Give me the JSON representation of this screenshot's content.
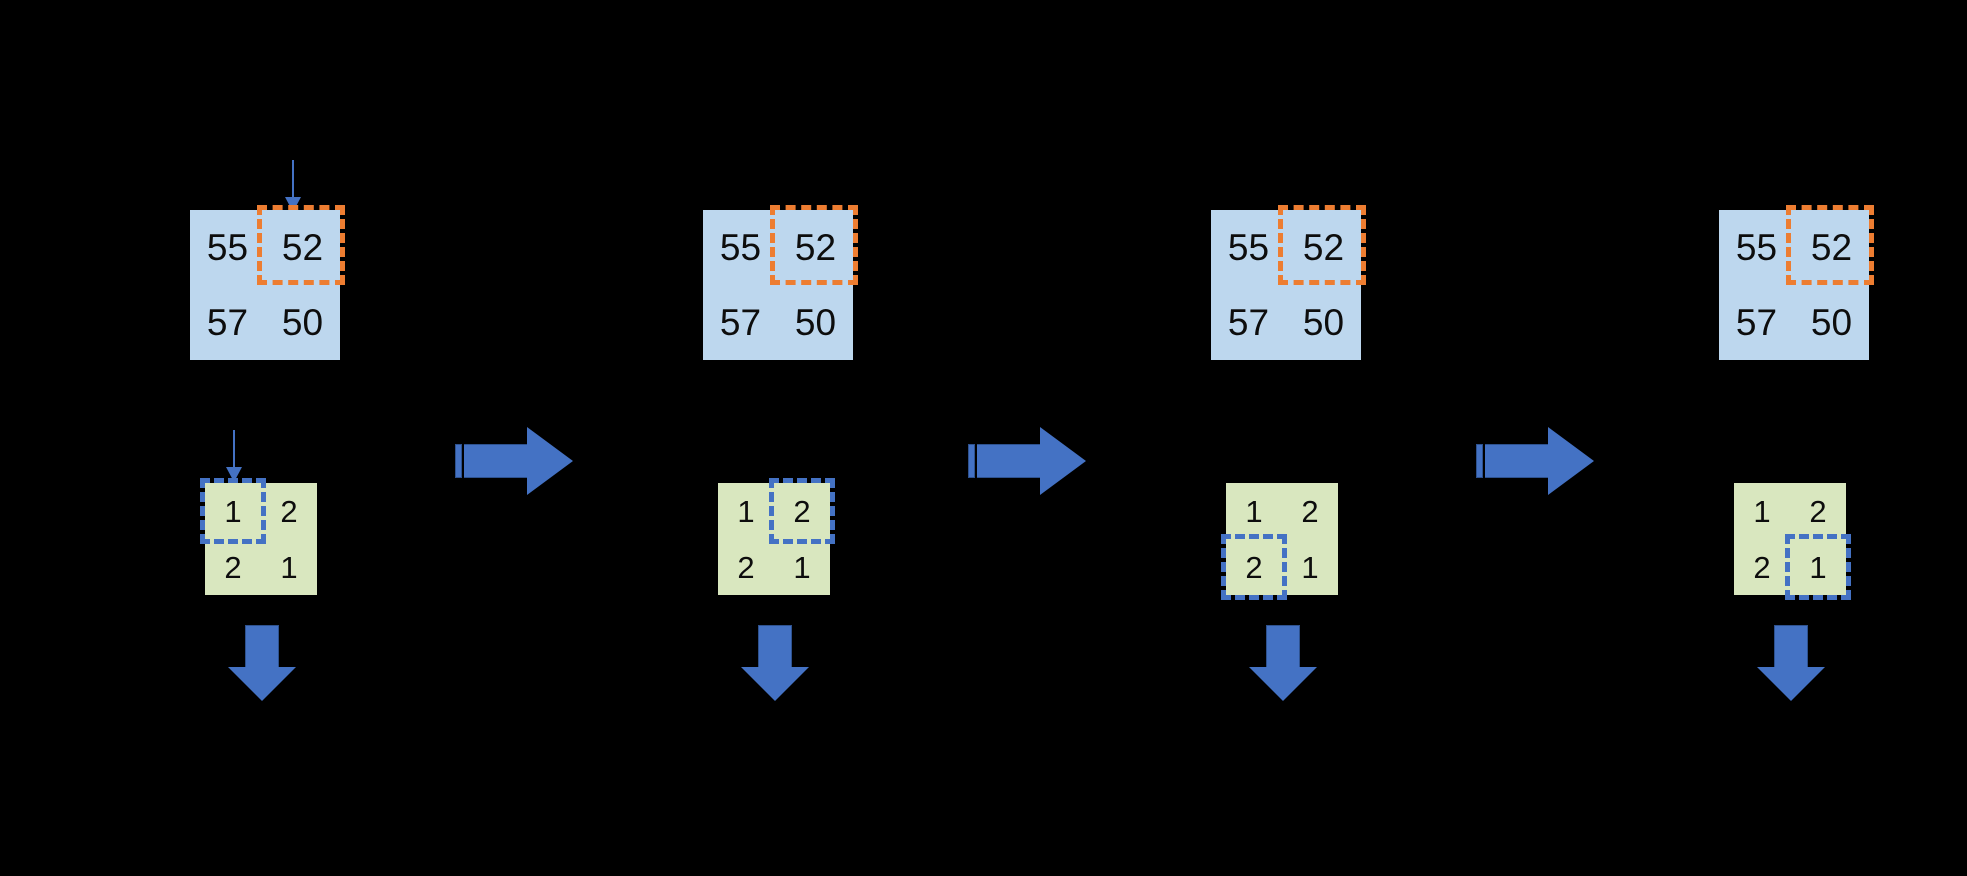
{
  "diagram": {
    "title": "Matrix cell-by-cell scan progression",
    "background_color": "#000000",
    "palette": {
      "blue_matrix_fill": "#bdd7ee",
      "green_matrix_fill": "#d9e7bf",
      "orange_highlight": "#ed7d31",
      "blue_highlight": "#4472c4",
      "arrow_fill": "#4472c4",
      "arrow_outline": "#2e528f",
      "text_color": "#0d0d0d"
    },
    "steps": [
      {
        "index": 1,
        "blue_matrix": {
          "name": "input-matrix",
          "values": [
            [
              "55",
              "52"
            ],
            [
              "57",
              "50"
            ]
          ],
          "highlight_cell": "top-right",
          "highlight_color": "#ed7d31",
          "highlight_style": "dashed"
        },
        "green_matrix": {
          "name": "output-matrix",
          "values": [
            [
              "1",
              "2"
            ],
            [
              "2",
              "1"
            ]
          ],
          "highlight_cell": "top-left",
          "highlight_color": "#4472c4",
          "highlight_style": "dashed"
        },
        "pointer_into_blue": true,
        "pointer_into_green": true,
        "down_arrow": true,
        "right_arrow": true
      },
      {
        "index": 2,
        "blue_matrix": {
          "name": "input-matrix",
          "values": [
            [
              "55",
              "52"
            ],
            [
              "57",
              "50"
            ]
          ],
          "highlight_cell": "top-right",
          "highlight_color": "#ed7d31",
          "highlight_style": "dashed"
        },
        "green_matrix": {
          "name": "output-matrix",
          "values": [
            [
              "1",
              "2"
            ],
            [
              "2",
              "1"
            ]
          ],
          "highlight_cell": "top-right",
          "highlight_color": "#4472c4",
          "highlight_style": "dashed"
        },
        "pointer_into_blue": false,
        "pointer_into_green": false,
        "down_arrow": true,
        "right_arrow": true
      },
      {
        "index": 3,
        "blue_matrix": {
          "name": "input-matrix",
          "values": [
            [
              "55",
              "52"
            ],
            [
              "57",
              "50"
            ]
          ],
          "highlight_cell": "top-right",
          "highlight_color": "#ed7d31",
          "highlight_style": "dashed"
        },
        "green_matrix": {
          "name": "output-matrix",
          "values": [
            [
              "1",
              "2"
            ],
            [
              "2",
              "1"
            ]
          ],
          "highlight_cell": "bottom-left",
          "highlight_color": "#4472c4",
          "highlight_style": "dashed"
        },
        "pointer_into_blue": false,
        "pointer_into_green": false,
        "down_arrow": true,
        "right_arrow": true
      },
      {
        "index": 4,
        "blue_matrix": {
          "name": "input-matrix",
          "values": [
            [
              "55",
              "52"
            ],
            [
              "57",
              "50"
            ]
          ],
          "highlight_cell": "top-right",
          "highlight_color": "#ed7d31",
          "highlight_style": "dashed"
        },
        "green_matrix": {
          "name": "output-matrix",
          "values": [
            [
              "1",
              "2"
            ],
            [
              "2",
              "1"
            ]
          ],
          "highlight_cell": "bottom-right",
          "highlight_color": "#4472c4",
          "highlight_style": "dashed"
        },
        "pointer_into_blue": false,
        "pointer_into_green": false,
        "down_arrow": true,
        "right_arrow": false
      }
    ]
  }
}
